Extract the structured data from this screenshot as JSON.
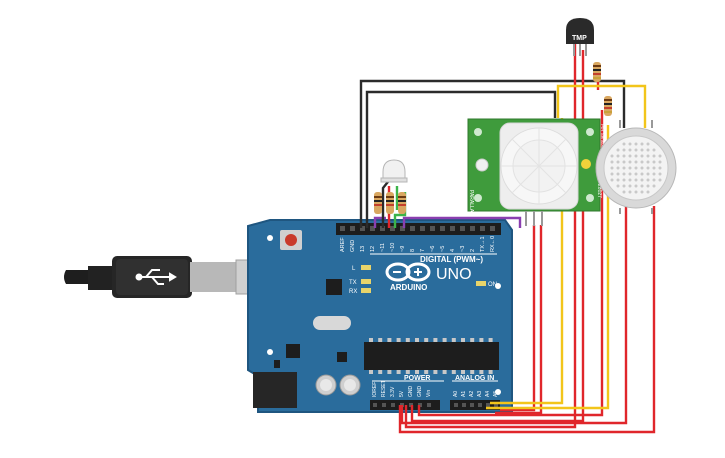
{
  "circuit": {
    "sensor_label": "TMP",
    "pir": {
      "text_left": "PARALLAX",
      "text_right": "555-28027",
      "text_top": "PIR Sensor Rev B"
    },
    "board": {
      "brand": "ARDUINO",
      "model": "UNO",
      "digital_label": "DIGITAL (PWM~)",
      "power_label": "POWER",
      "analog_label": "ANALOG IN",
      "led_l": "L",
      "led_tx": "TX",
      "led_rx": "RX",
      "led_on": "ON",
      "top_pins": [
        "AREF",
        "GND",
        "13",
        "12",
        "~11",
        "~10",
        "~9",
        "8",
        "7",
        "~6",
        "~5",
        "4",
        "~3",
        "2",
        "TX→1",
        "RX←0"
      ],
      "power_pins": [
        "IOREF",
        "RESET",
        "3.3V",
        "5V",
        "GND",
        "GND",
        "Vin"
      ],
      "analog_pins": [
        "A0",
        "A1",
        "A2",
        "A3",
        "A4",
        "A5"
      ]
    },
    "wire_colors": {
      "black": "#2b2b2b",
      "red": "#e0262b",
      "yellow": "#f2c51a",
      "green": "#3cb449",
      "purple": "#8a3fb0",
      "board_blue": "#2a6c9c",
      "pir_green": "#3f9b3c"
    }
  }
}
